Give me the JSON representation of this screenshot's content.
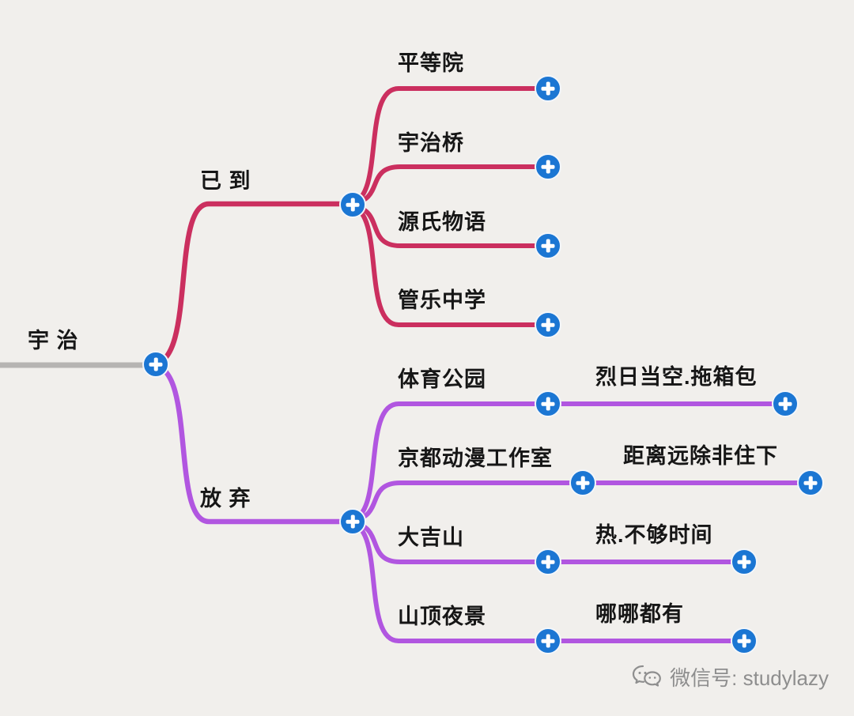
{
  "root": {
    "label": "宇 治"
  },
  "branches": [
    {
      "label": "已 到",
      "children": [
        {
          "label": "平等院"
        },
        {
          "label": "宇治桥"
        },
        {
          "label": "源氏物语"
        },
        {
          "label": "管乐中学"
        }
      ]
    },
    {
      "label": "放 弃",
      "children": [
        {
          "label": "体育公园",
          "note": "烈日当空.拖箱包"
        },
        {
          "label": "京都动漫工作室",
          "note": "距离远除非住下"
        },
        {
          "label": "大吉山",
          "note": "热.不够时间"
        },
        {
          "label": "山顶夜景",
          "note": "哪哪都有"
        }
      ]
    }
  ],
  "colors": {
    "background": "#f1efec",
    "visited_branch": "#cb2f5f",
    "abandoned_branch": "#b156e0",
    "root_line": "#b6b4b2",
    "node_blue": "#1b76d3",
    "text": "#161616",
    "watermark": "#8e8e8e"
  },
  "watermark": {
    "text": "微信号: studylazy"
  }
}
